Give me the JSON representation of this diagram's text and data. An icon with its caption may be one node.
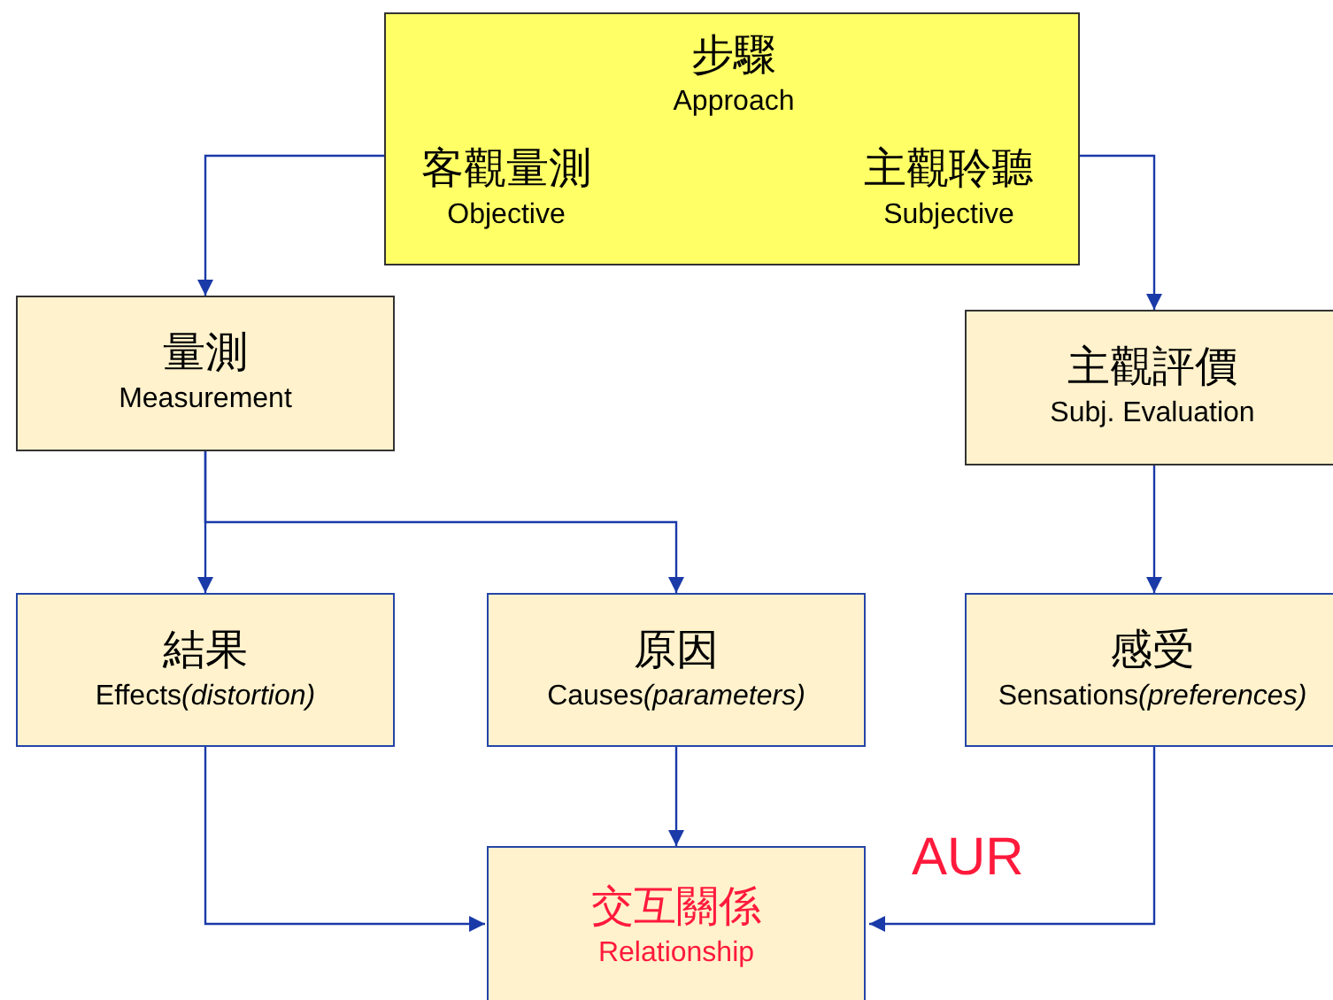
{
  "diagram": {
    "nodes": [
      {
        "text": [
          "步驟",
          "Approach",
          "客觀量測",
          "Objective",
          "主觀聆聽",
          "Subjective"
        ]
      },
      {
        "text": [
          "量測",
          "Measurement"
        ]
      },
      {
        "text": [
          "主觀評價",
          "Subj. Evaluation"
        ]
      },
      {
        "text": [
          "結果",
          "Effects(distortion)"
        ]
      },
      {
        "text": [
          "原因",
          "Causes(parameters)"
        ]
      },
      {
        "text": [
          "感受",
          "Sensations(preferences)"
        ]
      },
      {
        "text": [
          "交互關係",
          "Relationship"
        ]
      }
    ],
    "edges": [
      {
        "from": 0,
        "to": 1,
        "arrow": "to"
      },
      {
        "from": 0,
        "to": 2,
        "arrow": "to"
      },
      {
        "from": 1,
        "to": 3,
        "arrow": "to"
      },
      {
        "from": 1,
        "to": 4,
        "arrow": "to"
      },
      {
        "from": 2,
        "to": 5,
        "arrow": "to"
      },
      {
        "from": 3,
        "to": 6,
        "arrow": "to"
      },
      {
        "from": 4,
        "to": 6,
        "arrow": "to"
      },
      {
        "from": 5,
        "to": 6,
        "arrow": "to"
      }
    ],
    "labels": [
      "AUR"
    ]
  }
}
